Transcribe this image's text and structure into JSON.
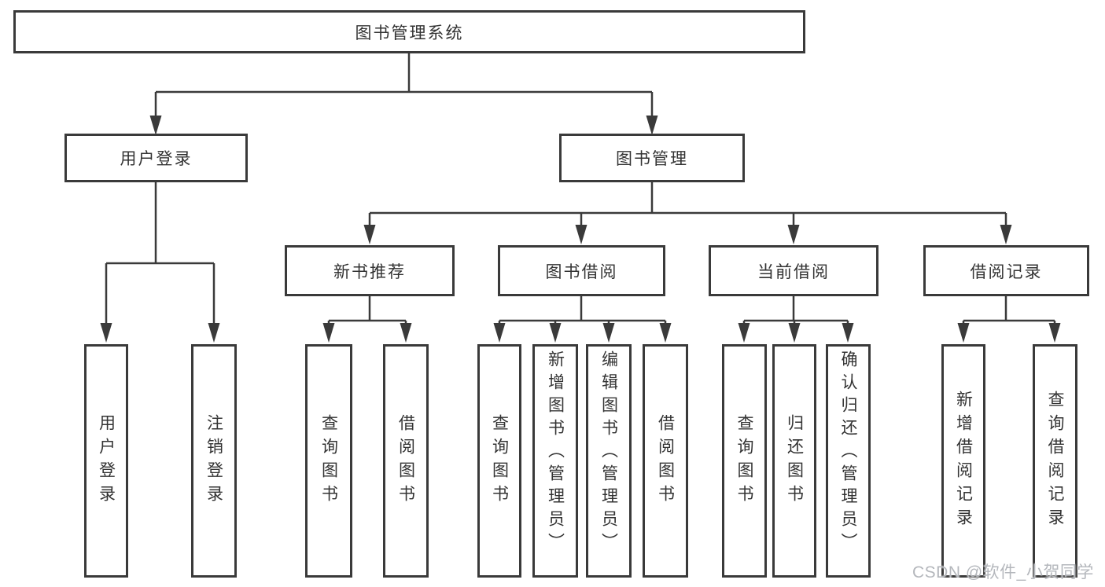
{
  "diagram": {
    "root": {
      "label": "图书管理系统"
    },
    "level2": [
      {
        "label": "用户登录"
      },
      {
        "label": "图书管理"
      }
    ],
    "level3": [
      {
        "label": "新书推荐"
      },
      {
        "label": "图书借阅"
      },
      {
        "label": "当前借阅"
      },
      {
        "label": "借阅记录"
      }
    ],
    "leaves": {
      "login": [
        {
          "label": "用户登录"
        },
        {
          "label": "注销登录"
        }
      ],
      "newbooks": [
        {
          "label": "查询图书"
        },
        {
          "label": "借阅图书"
        }
      ],
      "borrow": [
        {
          "label": "查询图书"
        },
        {
          "label": "新增图书（管理员）"
        },
        {
          "label": "编辑图书（管理员）"
        },
        {
          "label": "借阅图书"
        }
      ],
      "current": [
        {
          "label": "查询图书"
        },
        {
          "label": "归还图书"
        },
        {
          "label": "确认归还（管理员）"
        }
      ],
      "records": [
        {
          "label": "新增借阅记录"
        },
        {
          "label": "查询借阅记录"
        }
      ]
    }
  },
  "watermark": {
    "text": "CSDN @软件_小贺同学"
  },
  "colors": {
    "line": "#3a3a3a",
    "text": "#333333",
    "box_fill": "#ffffff",
    "watermark": "#b4b7bc"
  }
}
